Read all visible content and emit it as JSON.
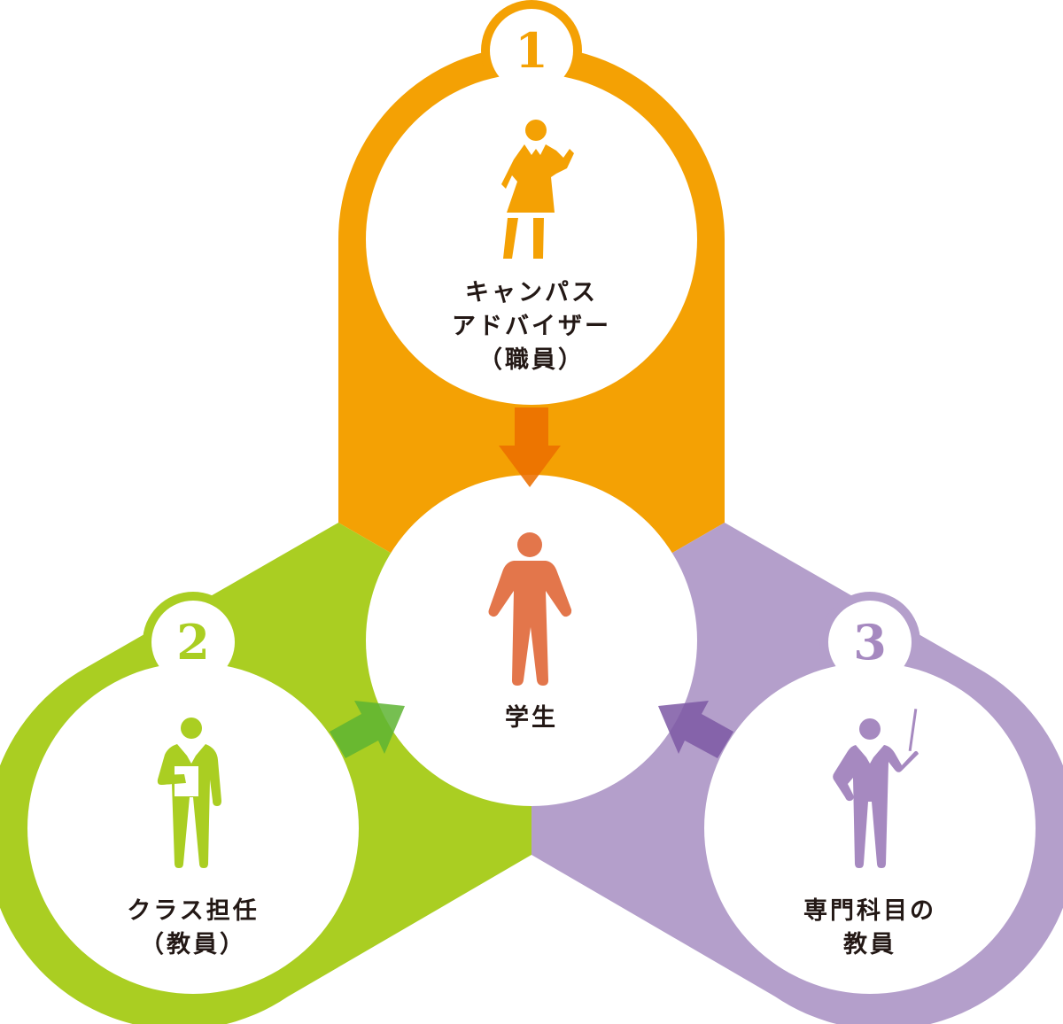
{
  "colors": {
    "orange": "#F4A104",
    "orange_arrow": "#EC6E00",
    "green": "#AACE22",
    "green_arrow": "#5EB432",
    "purple": "#B49FCB",
    "purple_arrow": "#7C58A4",
    "purple_icon": "#A689C0",
    "student_icon": "#E3764B",
    "text": "#231815",
    "white": "#FFFFFF"
  },
  "center": {
    "label": "学生",
    "icon": "student-person-icon"
  },
  "nodes": [
    {
      "number": "1",
      "label_lines": [
        "キャンパス",
        "アドバイザー",
        "（職員）"
      ],
      "icon": "female-staff-icon",
      "color": "orange"
    },
    {
      "number": "2",
      "label_lines": [
        "クラス担任",
        "（教員）"
      ],
      "icon": "teacher-with-document-icon",
      "color": "green"
    },
    {
      "number": "3",
      "label_lines": [
        "専門科目の",
        "教員"
      ],
      "icon": "teacher-with-pointer-icon",
      "color": "purple"
    }
  ]
}
